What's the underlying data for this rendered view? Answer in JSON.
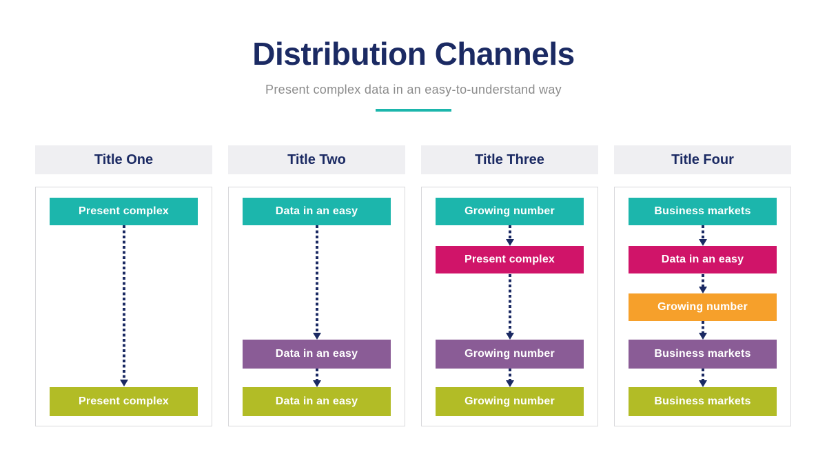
{
  "slide": {
    "title": "Distribution Channels",
    "subtitle": "Present complex data in an easy-to-understand way"
  },
  "colors": {
    "navy": "#1b2a63",
    "teal": "#1cb6ac",
    "magenta": "#d01469",
    "orange": "#f6a02b",
    "purple": "#8a5c96",
    "lime": "#b2bc26",
    "header_bg": "#efeff2",
    "subtitle_gray": "#8b8b8b",
    "panel_border": "#d8d8db",
    "divider_teal": "#1cb6ac"
  },
  "columns": [
    {
      "title": "Title One",
      "boxes": [
        {
          "label": "Present complex",
          "color": "teal"
        },
        {
          "label": "Present complex",
          "color": "lime"
        }
      ]
    },
    {
      "title": "Title Two",
      "boxes": [
        {
          "label": "Data in an easy",
          "color": "teal"
        },
        {
          "label": "Data in an easy",
          "color": "purple"
        },
        {
          "label": "Data in an easy",
          "color": "lime"
        }
      ]
    },
    {
      "title": "Title Three",
      "boxes": [
        {
          "label": "Growing number",
          "color": "teal"
        },
        {
          "label": "Present complex",
          "color": "magenta"
        },
        {
          "label": "Growing number",
          "color": "purple"
        },
        {
          "label": "Growing number",
          "color": "lime"
        }
      ]
    },
    {
      "title": "Title Four",
      "boxes": [
        {
          "label": "Business markets",
          "color": "teal"
        },
        {
          "label": "Data in an easy",
          "color": "magenta"
        },
        {
          "label": "Growing number",
          "color": "orange"
        },
        {
          "label": "Business markets",
          "color": "purple"
        },
        {
          "label": "Business markets",
          "color": "lime"
        }
      ]
    }
  ]
}
